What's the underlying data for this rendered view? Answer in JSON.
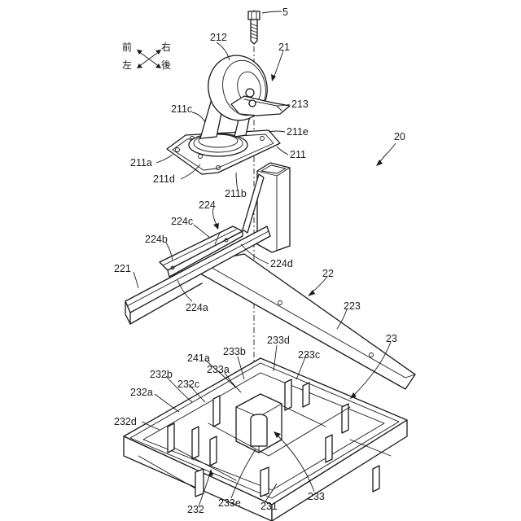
{
  "directions": {
    "front": "前",
    "right": "右",
    "left": "左",
    "rear": "後"
  },
  "labels": {
    "l5": "5",
    "l212": "212",
    "l21": "21",
    "l211c": "211c",
    "l213": "213",
    "l211e": "211e",
    "l20": "20",
    "l211": "211",
    "l211a": "211a",
    "l211d": "211d",
    "l211b": "211b",
    "l224": "224",
    "l224c": "224c",
    "l224b": "224b",
    "l224d": "224d",
    "l221": "221",
    "l22": "22",
    "l224a": "224a",
    "l223": "223",
    "l233d": "233d",
    "l23": "23",
    "l233b": "233b",
    "l241a": "241a",
    "l233c": "233c",
    "l233a": "233a",
    "l232b": "232b",
    "l232c": "232c",
    "l232a": "232a",
    "l232d": "232d",
    "l232": "232",
    "l233e": "233e",
    "l231": "231",
    "l233": "233"
  }
}
